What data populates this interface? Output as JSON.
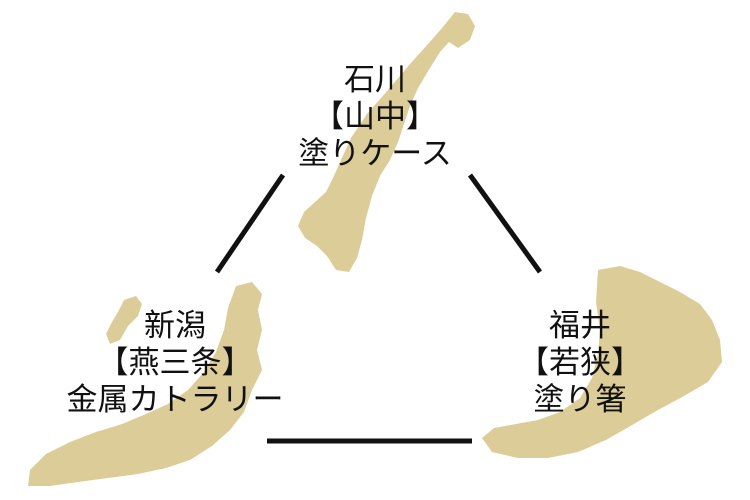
{
  "colors": {
    "map_fill": "#dccd98",
    "connector": "#111111",
    "text": "#111111",
    "background": "#ffffff"
  },
  "regions": {
    "ishikawa": {
      "prefecture": "石川",
      "area": "【山中】",
      "product": "塗りケース"
    },
    "niigata": {
      "prefecture": "新潟",
      "area": "【燕三条】",
      "product": "金属カトラリー"
    },
    "fukui": {
      "prefecture": "福井",
      "area": "【若狭】",
      "product": "塗り箸"
    }
  }
}
